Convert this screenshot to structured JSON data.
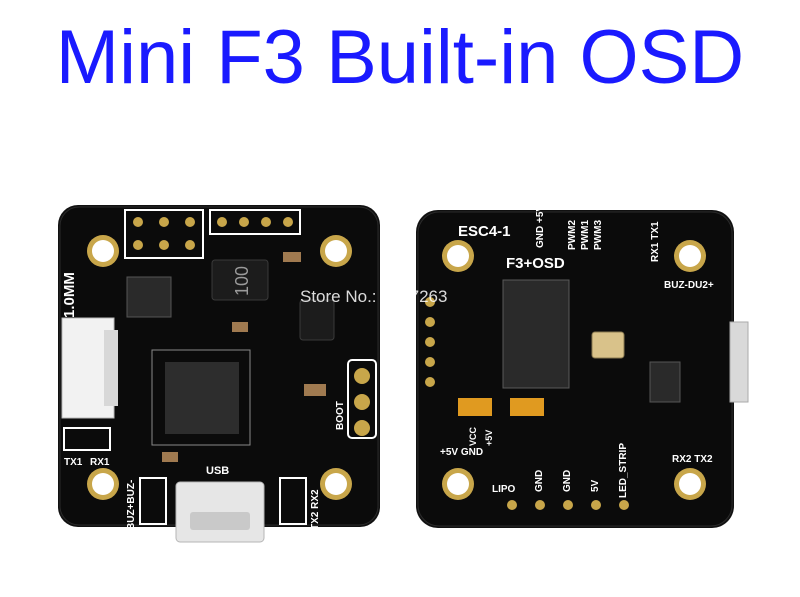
{
  "title": "Mini F3 Built-in OSD",
  "left_board": {
    "labels": {
      "width": "1.0MM",
      "inductor": "100",
      "usb": "USB",
      "boot": "BOOT",
      "tx1": "TX1",
      "rx1": "RX1",
      "buz": "BUZ+BUZ-",
      "tx2_rx2": "TX2 RX2"
    }
  },
  "right_board": {
    "labels": {
      "esc": "ESC4-1",
      "gnd_5v": "GND +5V",
      "pwm2": "PWM2",
      "pwm1": "PWM1",
      "pwm3": "PWM3",
      "rx1_tx1": "RX1 TX1",
      "model": "F3+OSD",
      "buz_right": "BUZ-DU2+",
      "gnd_5v_bottom": "+5V GND",
      "vcc": "VCC",
      "p5v": "+5V",
      "rx2_tx2": "RX2 TX2",
      "lipo": "LIPO",
      "gnd1": "GND",
      "gnd2": "GND",
      "v5": "5V",
      "led_strip": "LED_STRIP"
    }
  },
  "watermark": "Store No.: 1687263"
}
